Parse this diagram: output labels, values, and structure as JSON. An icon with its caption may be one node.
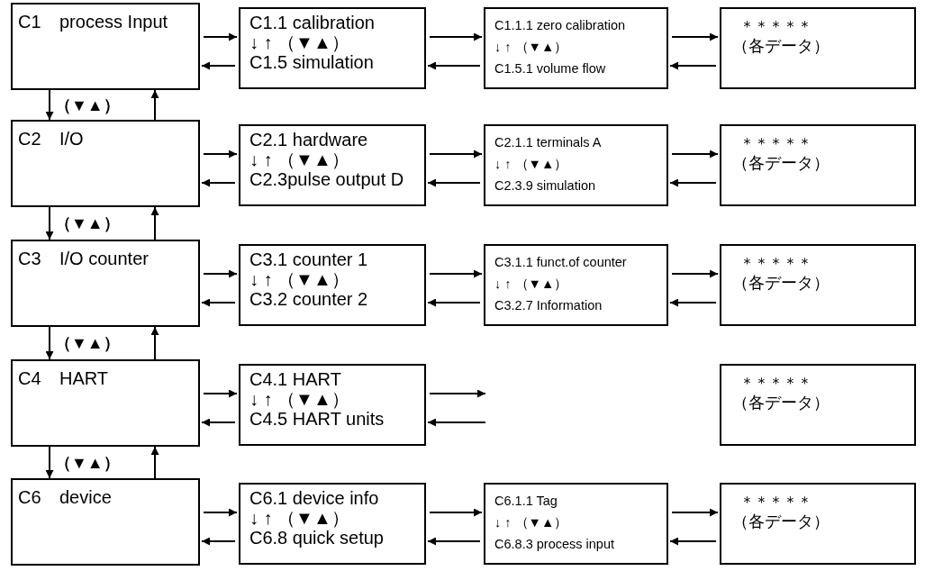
{
  "diagram": {
    "nodes": [
      {
        "text": [
          "C1",
          "process Input"
        ]
      },
      {
        "text": [
          "C1.1 calibration",
          "↓ ↑ （▼▲）",
          "C1.5 simulation"
        ]
      },
      {
        "text": [
          "C1.1.1 zero calibration",
          "↓ ↑ （▼▲）",
          "C1.5.1 volume flow"
        ]
      },
      {
        "text": [
          "＊＊＊＊＊",
          "（各データ）"
        ]
      },
      {
        "text": [
          "C2",
          "I/O"
        ]
      },
      {
        "text": [
          "C2.1 hardware",
          "↓ ↑ （▼▲）",
          "C2.3pulse output D"
        ]
      },
      {
        "text": [
          "C2.1.1 terminals A",
          "↓ ↑ （▼▲）",
          "C2.3.9 simulation"
        ]
      },
      {
        "text": [
          "＊＊＊＊＊",
          "（各データ）"
        ]
      },
      {
        "text": [
          "C3",
          "I/O counter"
        ]
      },
      {
        "text": [
          "C3.1 counter 1",
          "↓ ↑ （▼▲）",
          "C3.2 counter 2"
        ]
      },
      {
        "text": [
          "C3.1.1 funct.of counter",
          "↓ ↑ （▼▲）",
          "C3.2.7 Information"
        ]
      },
      {
        "text": [
          "＊＊＊＊＊",
          "（各データ）"
        ]
      },
      {
        "text": [
          "C4",
          "HART"
        ]
      },
      {
        "text": [
          "C4.1 HART",
          "↓ ↑ （▼▲）",
          "C4.5 HART units"
        ]
      },
      {
        "text": [
          "＊＊＊＊＊",
          "（各データ）"
        ]
      },
      {
        "text": [
          "C6",
          "device"
        ]
      },
      {
        "text": [
          "C6.1 device info",
          "↓ ↑ （▼▲）",
          "C6.8 quick setup"
        ]
      },
      {
        "text": [
          "C6.1.1 Tag",
          "↓ ↑ （▼▲）",
          "C6.8.3 process input"
        ]
      },
      {
        "text": [
          "＊＊＊＊＊",
          "（各データ）"
        ]
      }
    ],
    "edges": [
      {
        "from": 0,
        "to": 1,
        "arrow": "to"
      },
      {
        "from": 1,
        "to": 0,
        "arrow": "to"
      },
      {
        "from": 1,
        "to": 2,
        "arrow": "to"
      },
      {
        "from": 2,
        "to": 1,
        "arrow": "to"
      },
      {
        "from": 2,
        "to": 3,
        "arrow": "to"
      },
      {
        "from": 3,
        "to": 2,
        "arrow": "to"
      },
      {
        "from": 0,
        "to": 4,
        "arrow": "to",
        "label": "（▼▲）"
      },
      {
        "from": 4,
        "to": 0,
        "arrow": "to"
      },
      {
        "from": 4,
        "to": 5,
        "arrow": "to"
      },
      {
        "from": 5,
        "to": 4,
        "arrow": "to"
      },
      {
        "from": 5,
        "to": 6,
        "arrow": "to"
      },
      {
        "from": 6,
        "to": 5,
        "arrow": "to"
      },
      {
        "from": 6,
        "to": 7,
        "arrow": "to"
      },
      {
        "from": 7,
        "to": 6,
        "arrow": "to"
      },
      {
        "from": 4,
        "to": 8,
        "arrow": "to",
        "label": "（▼▲）"
      },
      {
        "from": 8,
        "to": 4,
        "arrow": "to"
      },
      {
        "from": 8,
        "to": 9,
        "arrow": "to"
      },
      {
        "from": 9,
        "to": 8,
        "arrow": "to"
      },
      {
        "from": 9,
        "to": 10,
        "arrow": "to"
      },
      {
        "from": 10,
        "to": 9,
        "arrow": "to"
      },
      {
        "from": 10,
        "to": 11,
        "arrow": "to"
      },
      {
        "from": 11,
        "to": 10,
        "arrow": "to"
      },
      {
        "from": 8,
        "to": 12,
        "arrow": "to",
        "label": "（▼▲）"
      },
      {
        "from": 12,
        "to": 8,
        "arrow": "to"
      },
      {
        "from": 12,
        "to": 13,
        "arrow": "to"
      },
      {
        "from": 13,
        "to": 12,
        "arrow": "to"
      },
      {
        "from": 13,
        "to": null,
        "arrow": "to"
      },
      {
        "from": null,
        "to": 13,
        "arrow": "to"
      },
      {
        "from": 12,
        "to": 15,
        "arrow": "to",
        "label": "（▼▲）"
      },
      {
        "from": 15,
        "to": 12,
        "arrow": "to"
      },
      {
        "from": 15,
        "to": 16,
        "arrow": "to"
      },
      {
        "from": 16,
        "to": 15,
        "arrow": "to"
      },
      {
        "from": 16,
        "to": 17,
        "arrow": "to"
      },
      {
        "from": 17,
        "to": 16,
        "arrow": "to"
      },
      {
        "from": 17,
        "to": 18,
        "arrow": "to"
      },
      {
        "from": 18,
        "to": 17,
        "arrow": "to"
      }
    ]
  }
}
